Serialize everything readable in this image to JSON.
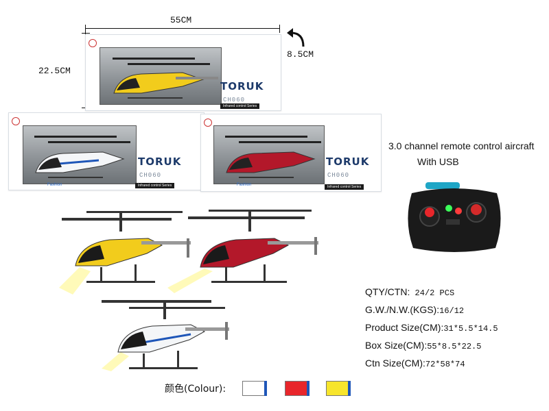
{
  "dimensions": {
    "width": "55CM",
    "depth": "8.5CM",
    "height": "22.5CM"
  },
  "box": {
    "brand": "TORUK",
    "model": "CH060",
    "series": "Infrared control Series",
    "tag": "Fashion"
  },
  "product": {
    "title": "3.0 channel remote control aircraft",
    "subtitle": "With USB"
  },
  "specs": [
    {
      "label": "QTY/CTN:",
      "value": " 24/2 PCS"
    },
    {
      "label": "G.W./N.W.(KGS):",
      "value": "16/12"
    },
    {
      "label": "Product Size(CM):",
      "value": "31*5.5*14.5"
    },
    {
      "label": "Box Size(CM):",
      "value": "55*8.5*22.5"
    },
    {
      "label": "Ctn Size(CM):",
      "value": "72*58*74"
    }
  ],
  "colours": {
    "label": "颜色(Colour):",
    "swatches": [
      "#ffffff",
      "#e8262b",
      "#f7e52c"
    ],
    "edge": "#1e56b8"
  },
  "heli_colors": {
    "yellow": "#f2cc1c",
    "red": "#b3182a",
    "white": "#f4f6f8"
  }
}
